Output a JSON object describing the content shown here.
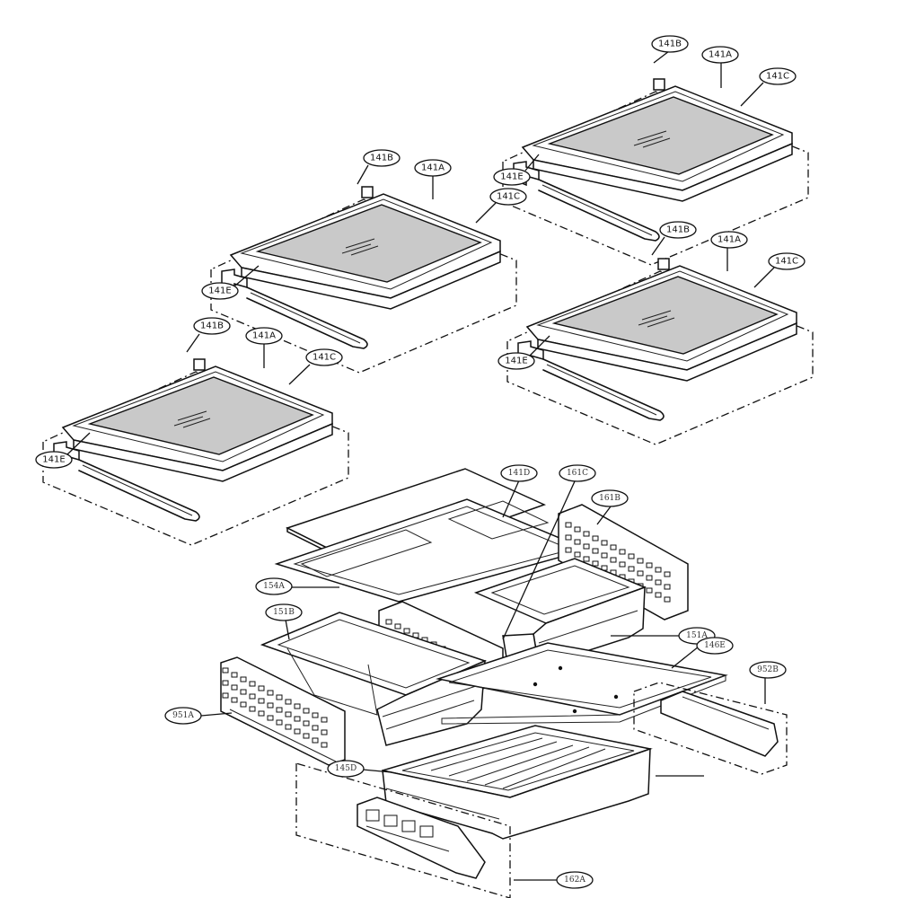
{
  "callouts": {
    "s1_b": "141B",
    "s1_a": "141A",
    "s1_c": "141C",
    "s1_e": "141E",
    "s2_b": "141B",
    "s2_a": "141A",
    "s2_c": "141C",
    "s2_e": "141E",
    "s3_b": "141B",
    "s3_a": "141A",
    "s3_c": "141C",
    "s3_e": "141E",
    "s4_b": "141B",
    "s4_a": "141A",
    "s4_c": "141C",
    "s4_e": "141E",
    "p141D": "141D",
    "p161C": "161C",
    "p161B": "161B",
    "p154A": "154A",
    "p151B": "151B",
    "p151A": "151A",
    "p146E": "146E",
    "p952B": "952B",
    "p951A": "951A",
    "p145D": "145D",
    "p162A": "162A"
  }
}
